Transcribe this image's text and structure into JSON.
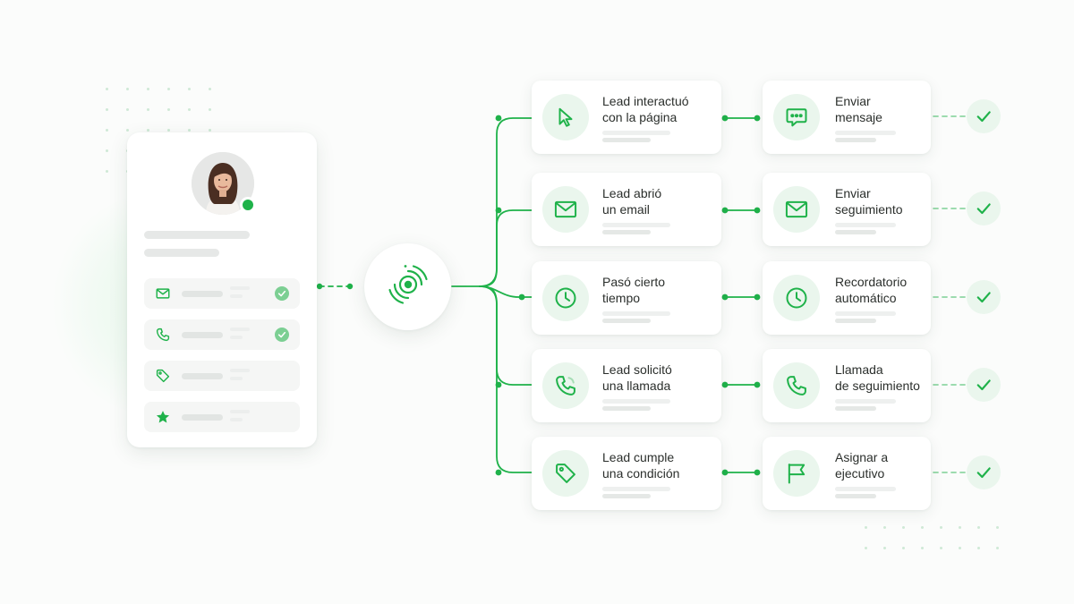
{
  "colors": {
    "accent": "#1fb24a",
    "accent_soft": "#eaf6ed",
    "check_soft": "#7ccf93",
    "background": "#fbfcfb"
  },
  "profile": {
    "avatar": "woman-portrait",
    "status": "online",
    "rows": [
      {
        "icon": "mail-icon",
        "checked": true
      },
      {
        "icon": "phone-icon",
        "checked": true
      },
      {
        "icon": "tag-icon",
        "checked": false
      },
      {
        "icon": "star-icon",
        "checked": false
      }
    ]
  },
  "hub": {
    "icon": "radar-target-icon"
  },
  "flows": [
    {
      "trigger": {
        "label": "Lead interactuó\ncon la página",
        "icon": "cursor-icon"
      },
      "action": {
        "label": "Enviar\nmensaje",
        "icon": "chat-icon"
      }
    },
    {
      "trigger": {
        "label": "Lead abrió\nun email",
        "icon": "mail-icon"
      },
      "action": {
        "label": "Enviar\nseguimiento",
        "icon": "mail-icon"
      }
    },
    {
      "trigger": {
        "label": "Pasó cierto\ntiempo",
        "icon": "clock-icon"
      },
      "action": {
        "label": "Recordatorio\nautomático",
        "icon": "clock-icon"
      }
    },
    {
      "trigger": {
        "label": "Lead solicitó\nuna llamada",
        "icon": "phone-icon"
      },
      "action": {
        "label": "Llamada\nde seguimiento",
        "icon": "phone-icon"
      }
    },
    {
      "trigger": {
        "label": "Lead cumple\nuna condición",
        "icon": "tag-icon"
      },
      "action": {
        "label": "Asignar a\nejecutivo",
        "icon": "flag-icon"
      }
    }
  ]
}
